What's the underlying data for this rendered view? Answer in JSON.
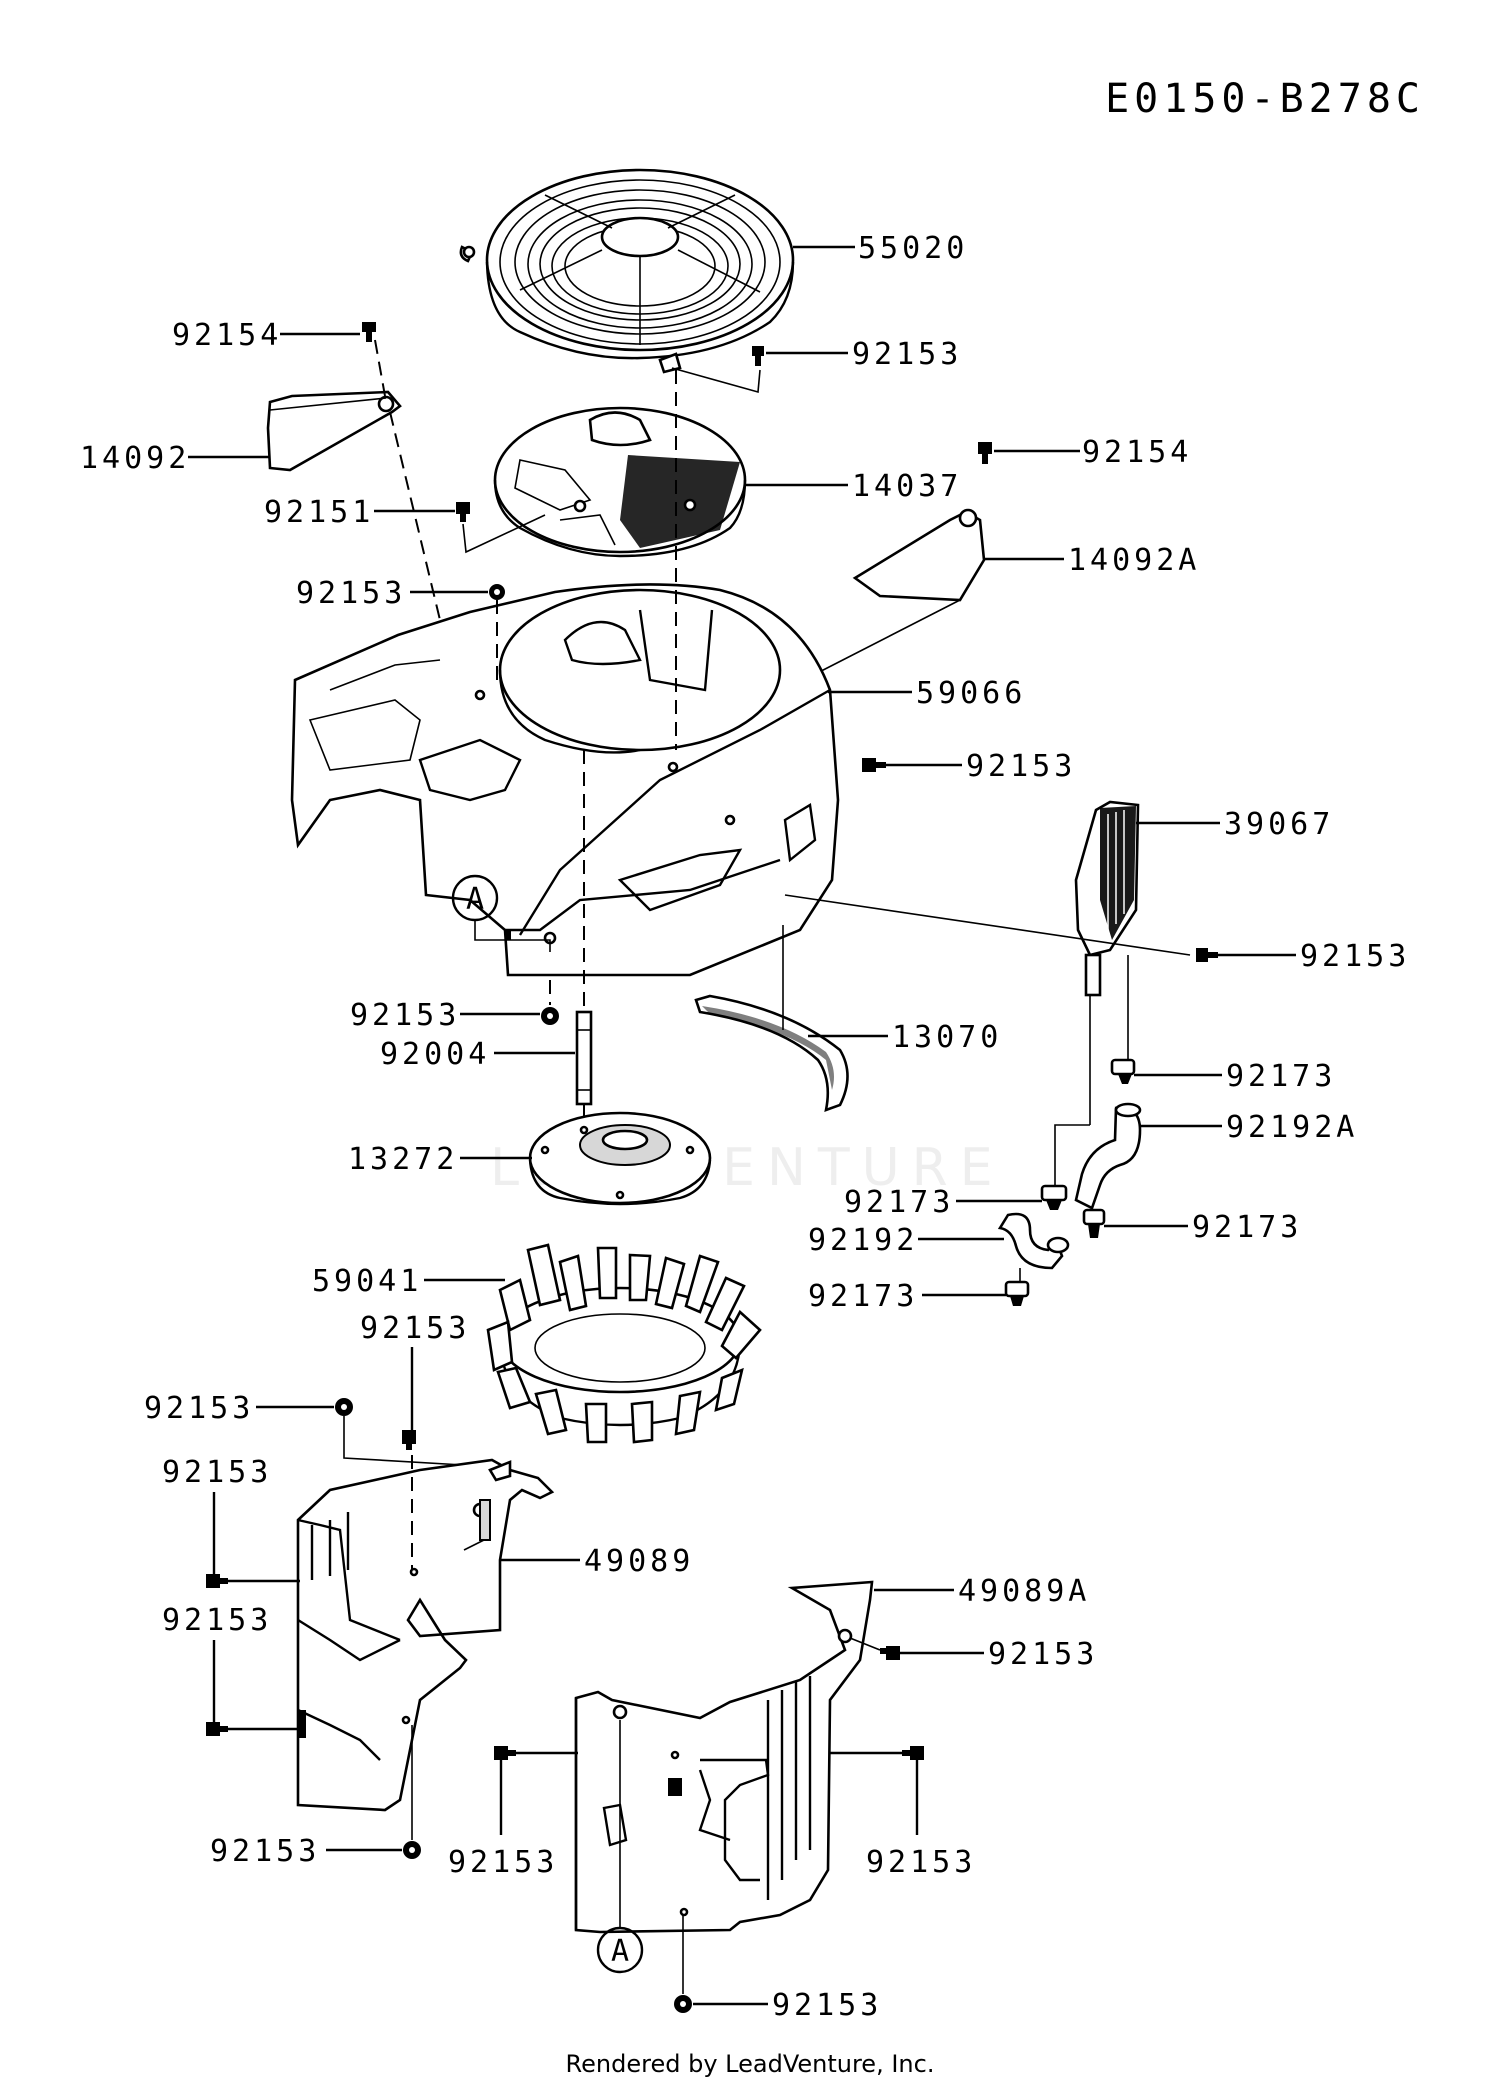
{
  "diagram_code": "E0150-B278C",
  "footer": "Rendered by LeadVenture, Inc.",
  "watermark": "LEADVENTURE",
  "reference_marks": {
    "upper": "A",
    "lower": "A"
  },
  "labels": {
    "p55020": "55020",
    "p92154_left": "92154",
    "p92153_fan_guard": "92153",
    "p14092": "14092",
    "p92154_right": "92154",
    "p14037": "14037",
    "p92151": "92151",
    "p14092A": "14092A",
    "p92153_top_housing": "92153",
    "p59066": "59066",
    "p92153_housing_side": "92153",
    "p39067": "39067",
    "p92153_oil_cooler": "92153",
    "p92153_housing_bottom": "92153",
    "p92004": "92004",
    "p13070": "13070",
    "p92173_a": "92173",
    "p92192A": "92192A",
    "p13272": "13272",
    "p92173_b": "92173",
    "p92192": "92192",
    "p92173_c": "92173",
    "p92173_d": "92173",
    "p59041": "59041",
    "p92153_shroud_top": "92153",
    "p92153_shroud_left": "92153",
    "p92153_shroud_side1": "92153",
    "p49089": "49089",
    "p92153_shroud_side2": "92153",
    "p49089A": "49089A",
    "p92153_right_shroud_top": "92153",
    "p92153_shroud_bottom": "92153",
    "p92153_right_shroud_left": "92153",
    "p92153_right_shroud_right": "92153",
    "p92153_right_shroud_bottom": "92153"
  }
}
